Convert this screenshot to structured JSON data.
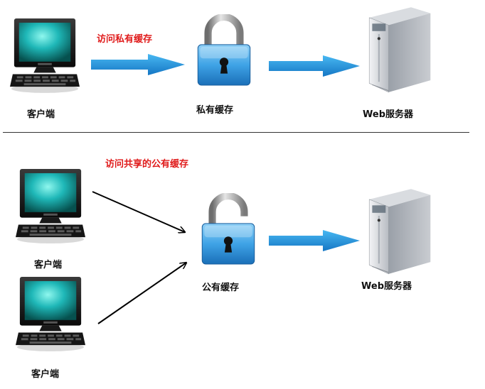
{
  "top": {
    "annotation": "访问私有缓存",
    "client_label": "客户端",
    "cache_label": "私有缓存",
    "server_label": "Web服务器"
  },
  "bottom": {
    "annotation": "访问共享的公有缓存",
    "client1_label": "客户端",
    "client2_label": "客户端",
    "cache_label": "公有缓存",
    "server_label": "Web服务器"
  },
  "colors": {
    "arrow_blue": "#1e9ae0",
    "annotation_red": "#e01b1b",
    "lock_blue": "#3fa3e6"
  },
  "icons": [
    "computer-icon",
    "lock-icon",
    "server-icon"
  ]
}
